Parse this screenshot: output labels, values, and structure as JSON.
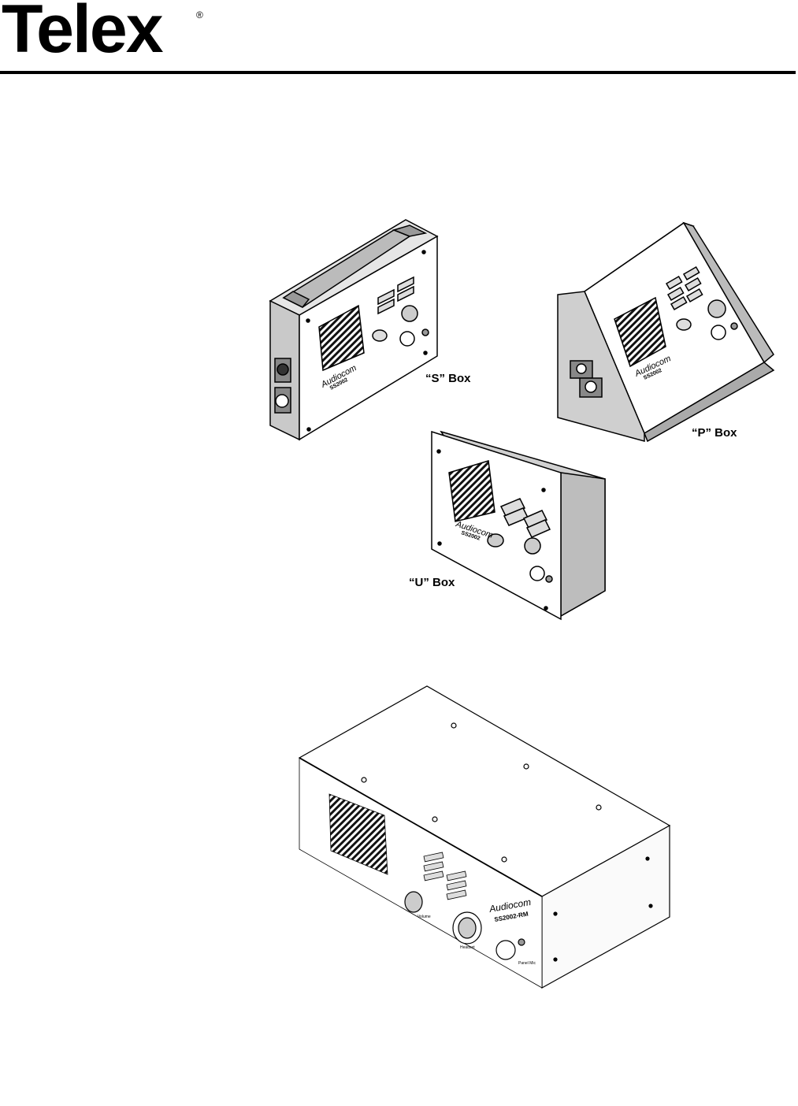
{
  "header": {
    "brand": "Telex",
    "registered_mark": "®"
  },
  "figures": {
    "s_box": {
      "caption": "“S” Box",
      "brand_script": "Audiocom",
      "model": "SS2002"
    },
    "p_box": {
      "caption": "“P” Box",
      "brand_script": "Audiocom",
      "model": "SS2002"
    },
    "u_box": {
      "caption": "“U” Box",
      "brand_script": "Audiocom",
      "model": "SS2002"
    },
    "rack_unit": {
      "brand_script": "Audiocom",
      "model": "SS2002-RM",
      "label_volume": "Volume",
      "label_headset": "Headset",
      "label_panel_mic": "Panel Mic"
    }
  }
}
